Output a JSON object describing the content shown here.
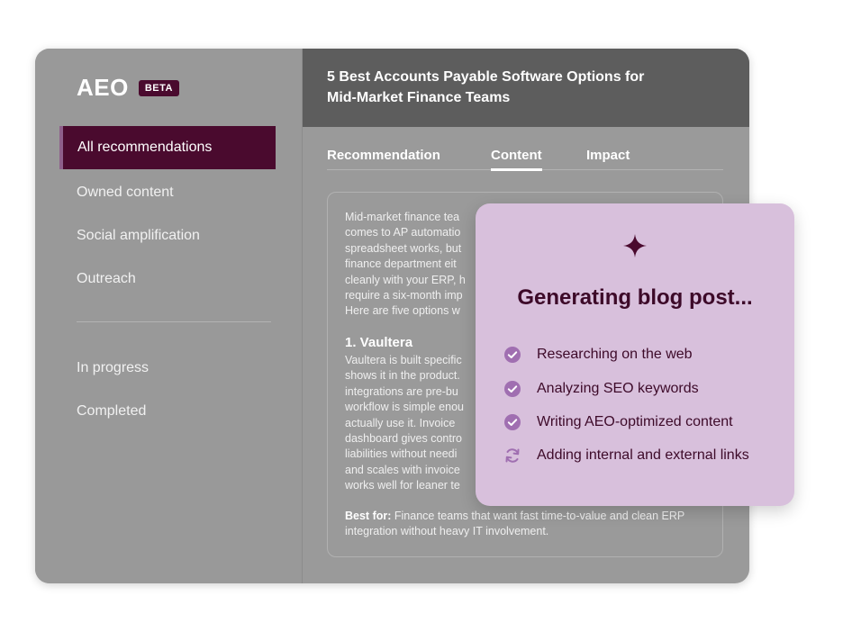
{
  "sidebar": {
    "logo": "AEO",
    "badge": "BETA",
    "nav_active": "All recommendations",
    "nav_items": [
      "Owned content",
      "Social amplification",
      "Outreach"
    ],
    "status_items": [
      "In progress",
      "Completed"
    ]
  },
  "main": {
    "title": "5 Best Accounts Payable Software Options for Mid-Market Finance Teams",
    "tabs": [
      "Recommendation",
      "Content",
      "Impact"
    ],
    "active_tab": "Content",
    "content": {
      "intro": "Mid-market finance tea\ncomes to AP automatio\nspreadsheet works, but\nfinance department eit\ncleanly with your ERP, h\nrequire a six-month imp\nHere are five options w",
      "heading": "1. Vaultera",
      "body": "Vaultera is built specific\nshows it in the product.\nintegrations are pre-bu\nworkflow is simple enou\nactually use it. Invoice\ndashboard gives contro\nliabilities without needi\nand scales with invoice\nworks well for leaner te",
      "best_for_label": "Best for:",
      "best_for_text": " Finance teams that want fast time-to-value and clean ERP integration without heavy IT involvement."
    }
  },
  "generator": {
    "title": "Generating blog post...",
    "steps": [
      {
        "label": "Researching on the web",
        "status": "done",
        "icon": "check-circle-icon"
      },
      {
        "label": "Analyzing SEO keywords",
        "status": "done",
        "icon": "check-circle-icon"
      },
      {
        "label": "Writing AEO-optimized content",
        "status": "done",
        "icon": "check-circle-icon"
      },
      {
        "label": "Adding internal and external links",
        "status": "in-progress",
        "icon": "refresh-icon"
      }
    ]
  },
  "colors": {
    "brand": "#4a0a2e",
    "card_bg": "#d8c0dc",
    "check": "#a06fb1"
  }
}
